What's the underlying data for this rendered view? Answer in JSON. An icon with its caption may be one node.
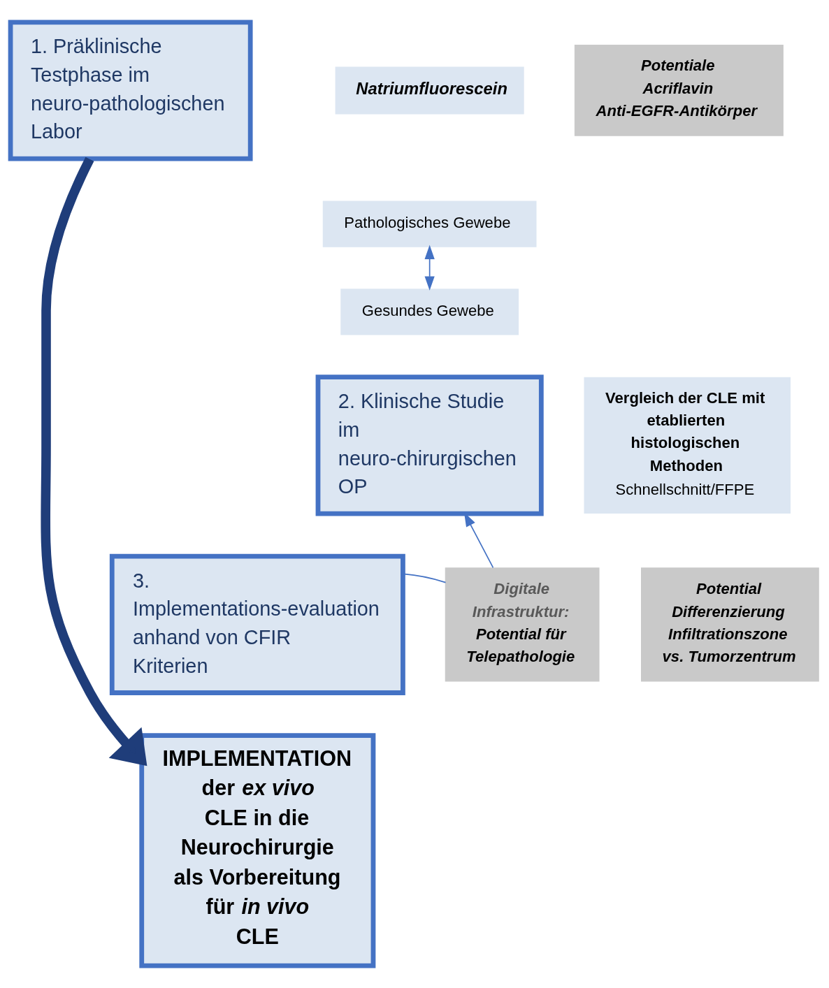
{
  "diagram": {
    "nodes": [
      {
        "text": [
          "Natriumfluorescein"
        ]
      },
      {
        "text": [
          "Pathologisches Gewebe"
        ]
      },
      {
        "text": [
          "Gesundes Gewebe"
        ]
      },
      {
        "text": [
          "Potentiale",
          "Acriflavin",
          "Anti-EGFR-Antikörper"
        ]
      },
      {
        "text": [
          "1. Präklinische Testphase im neuro-pathologischen Labor"
        ]
      },
      {
        "text": [
          "Vergleich der CLE mit etablierten histologischen Methoden",
          "Schnellschnitt/FFPE"
        ]
      },
      {
        "text": [
          "2. Klinische Studie im neuro-chirurgischen OP"
        ]
      },
      {
        "text": [
          "Potential",
          "Differenzierung Infiltrationszone vs. Tumorzentrum"
        ]
      },
      {
        "text": [
          "Digitale Infrastruktur:",
          "Potential für Telepathologie"
        ]
      },
      {
        "text": [
          "3. Implementations-evaluation anhand von CFIR Kriterien"
        ]
      },
      {
        "text": [
          "IMPLEMENTATION der *ex vivo* CLE in die Neurochirurgie als Vorbereitung für *in vivo* CLE"
        ]
      }
    ],
    "edges": [
      {
        "from": 1,
        "to": 2,
        "arrow": "both"
      },
      {
        "from": 4,
        "to": 10,
        "arrow": "to",
        "style": "thick",
        "color": "#1f3d7a"
      },
      {
        "from": 9,
        "to": 8,
        "arrow": "none"
      },
      {
        "from": 8,
        "to": 6,
        "arrow": "to"
      }
    ]
  }
}
